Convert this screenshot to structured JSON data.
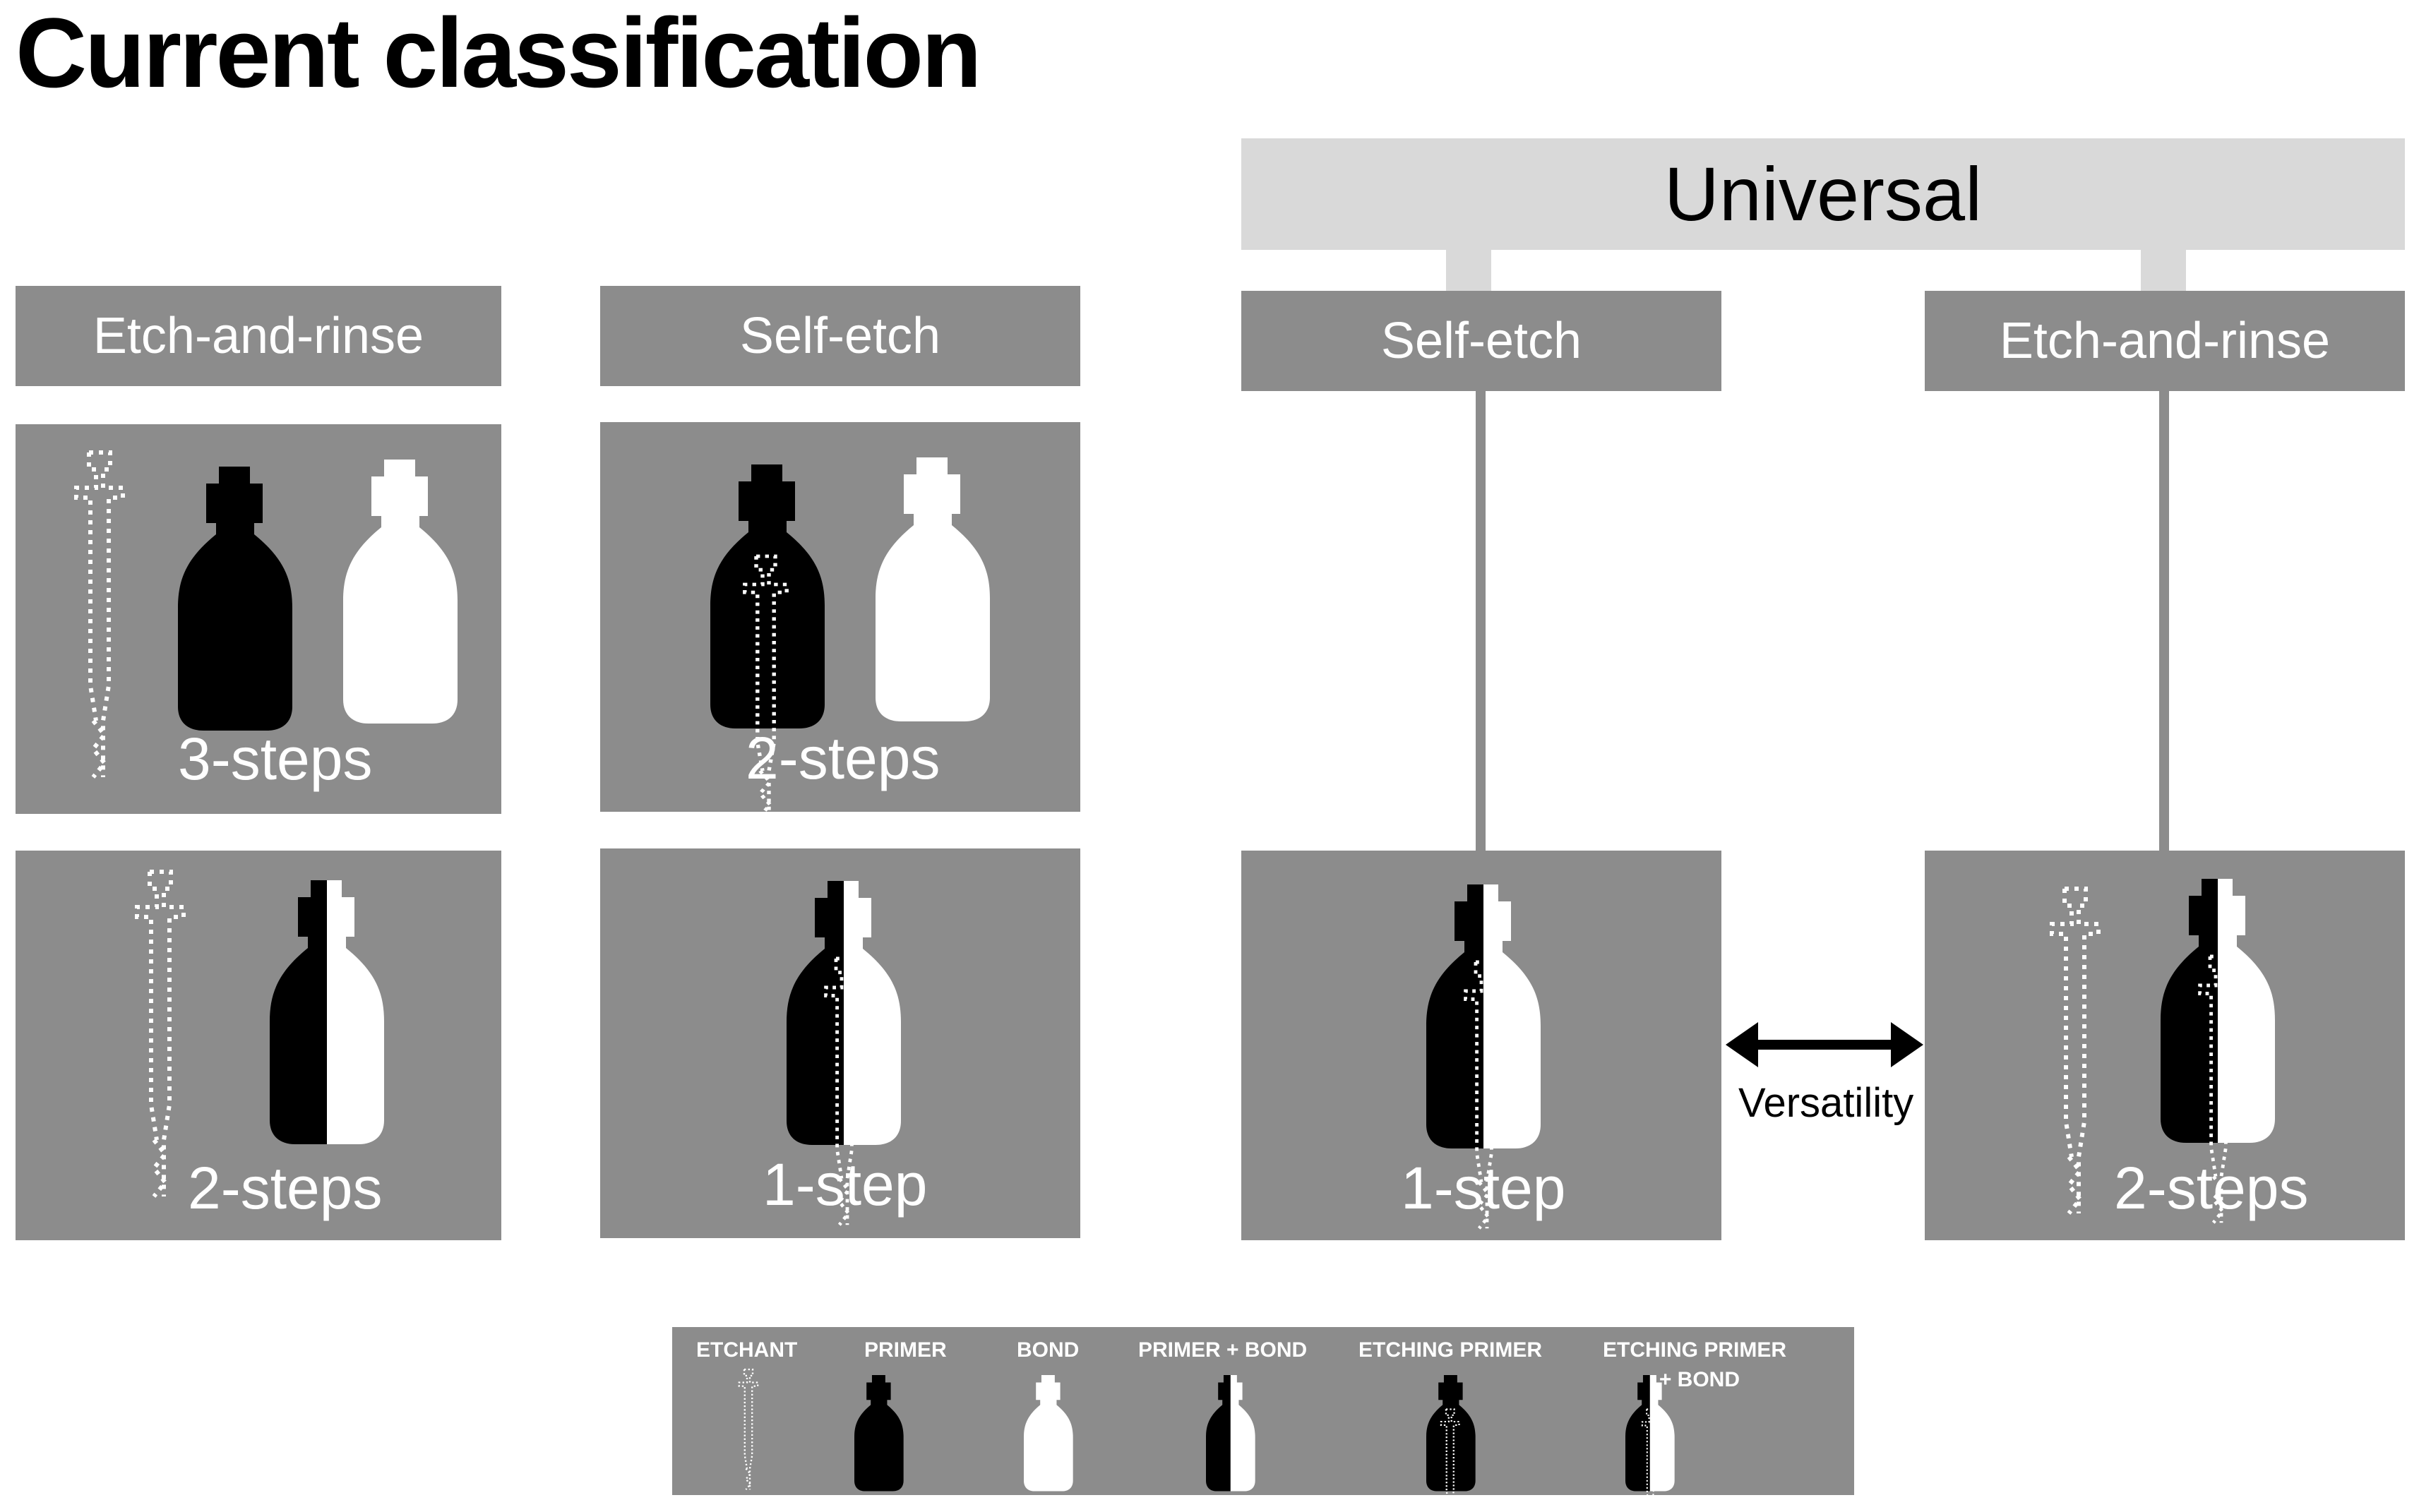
{
  "title": "Current classification",
  "universal": "Universal",
  "columns": {
    "etch_and_rinse": {
      "header": "Etch-and-rinse",
      "top_steps": "3-steps",
      "bottom_steps": "2-steps"
    },
    "self_etch": {
      "header": "Self-etch",
      "top_steps": "2-steps",
      "bottom_steps": "1-step"
    },
    "universal_self_etch": {
      "header": "Self-etch",
      "steps": "1-step"
    },
    "universal_etch_and_rinse": {
      "header": "Etch-and-rinse",
      "steps": "2-steps"
    }
  },
  "versatility": "Versatility",
  "legend": {
    "etchant": "ETCHANT",
    "primer": "PRIMER",
    "bond": "BOND",
    "primer_bond": "PRIMER + BOND",
    "etching_primer": "ETCHING PRIMER",
    "etching_primer_bond_line1": "ETCHING PRIMER",
    "etching_primer_bond_line2": "+ BOND"
  },
  "colors": {
    "panel": "#8c8c8c",
    "universal_bar": "#d9d9d9",
    "text_light": "#ffffff",
    "text_dark": "#000000"
  },
  "icons": [
    "syringe-icon",
    "primer-bottle-icon",
    "bond-bottle-icon",
    "primer-bond-bottle-icon",
    "etching-primer-bottle-icon",
    "etching-primer-bond-bottle-icon"
  ]
}
